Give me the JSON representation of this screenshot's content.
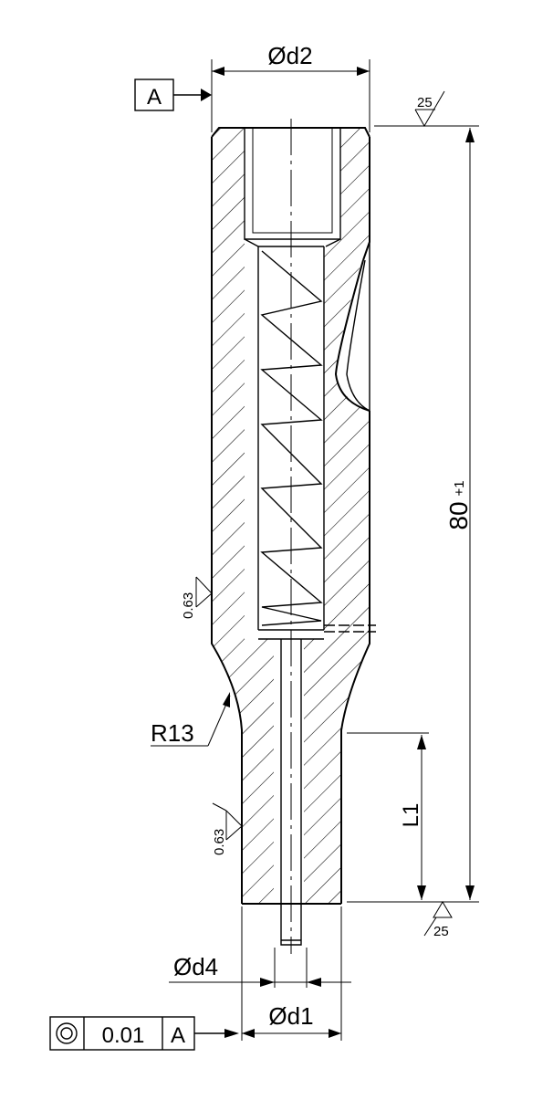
{
  "datum_label": "A",
  "dims": {
    "d2": "Ød2",
    "d1": "Ød1",
    "d4": "Ød4",
    "length": "80",
    "length_tol": "+1",
    "l1": "L1",
    "radius": "R13"
  },
  "surface": {
    "top": "25",
    "bottom": "25",
    "body": "0.63",
    "shank": "0.63"
  },
  "tolerance_frame": {
    "symbol": "concentricity-icon",
    "value": "0.01",
    "datum": "A"
  }
}
